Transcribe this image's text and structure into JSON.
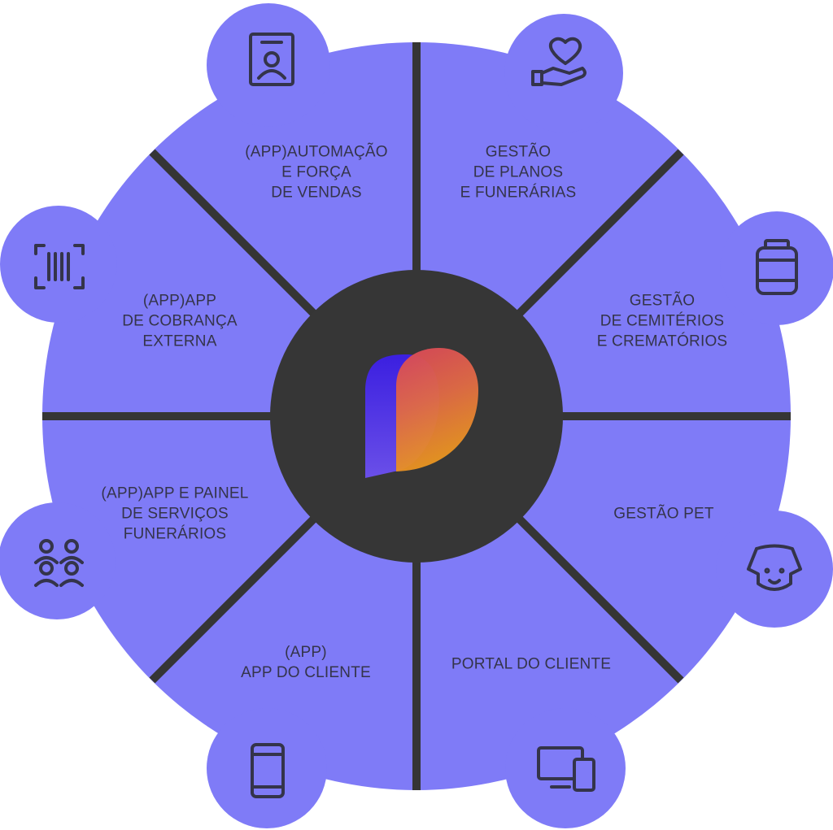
{
  "colors": {
    "segment": "#7f7bf7",
    "spoke": "#353535",
    "hub": "#363636",
    "text": "#34344a"
  },
  "center_logo": "brand-logo",
  "segments": [
    {
      "lines": [
        "(APP)AUTOMAÇÃO",
        "E FORÇA",
        "DE VENDAS"
      ],
      "icon": "id-badge-icon"
    },
    {
      "lines": [
        "GESTÃO",
        "DE PLANOS",
        "E FUNERÁRIAS"
      ],
      "icon": "hand-heart-icon"
    },
    {
      "lines": [
        "GESTÃO",
        "DE CEMITÉRIOS",
        "E CREMATÓRIOS"
      ],
      "icon": "urn-icon"
    },
    {
      "lines": [
        "GESTÃO PET"
      ],
      "icon": "dog-icon"
    },
    {
      "lines": [
        "PORTAL DO CLIENTE"
      ],
      "icon": "devices-icon"
    },
    {
      "lines": [
        "(APP)",
        "APP DO CLIENTE"
      ],
      "icon": "smartphone-icon"
    },
    {
      "lines": [
        "(APP)APP E PAINEL",
        "DE SERVIÇOS",
        "FUNERÁRIOS"
      ],
      "icon": "users-group-icon"
    },
    {
      "lines": [
        "(APP)APP",
        "DE COBRANÇA",
        "EXTERNA"
      ],
      "icon": "barcode-scan-icon"
    }
  ]
}
